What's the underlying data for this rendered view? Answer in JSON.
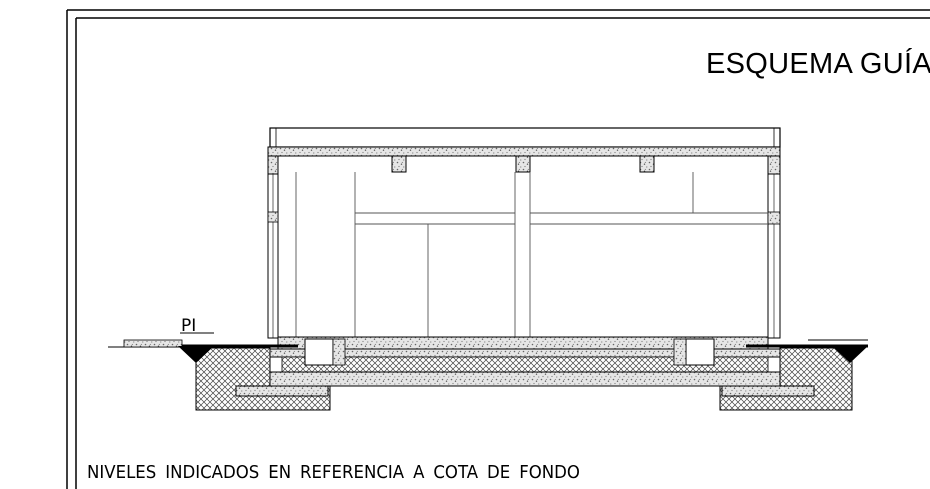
{
  "drawing": {
    "title": "ESQUEMA GUÍA",
    "level_label": "PI",
    "footnote": "NIVELES INDICADOS EN REFERENCIA A COTA DE FONDO"
  },
  "colors": {
    "line": "#000000",
    "grid_line": "#555555",
    "concrete_fill": "#b8b8b8",
    "paper": "#ffffff"
  }
}
